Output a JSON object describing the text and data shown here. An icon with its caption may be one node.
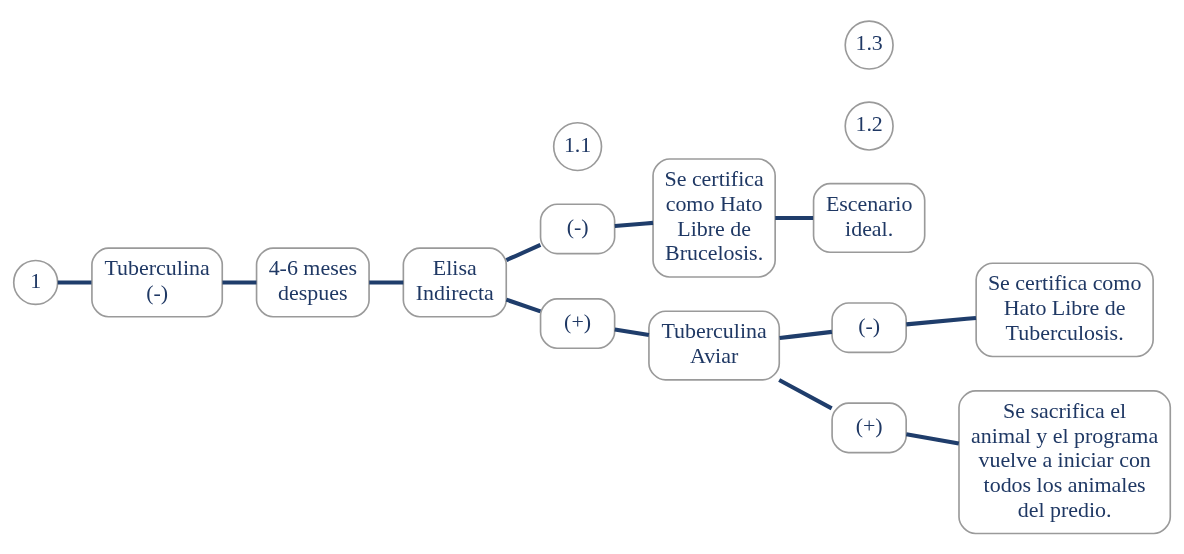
{
  "diagram": {
    "nodes": [
      {
        "text": [
          "1"
        ]
      },
      {
        "text": [
          "Tuberculina",
          "(-)"
        ]
      },
      {
        "text": [
          "4-6 meses despues"
        ]
      },
      {
        "text": [
          "Elisa Indirecta"
        ]
      },
      {
        "text": [
          "1.1"
        ]
      },
      {
        "text": [
          "(-)"
        ]
      },
      {
        "text": [
          "Se certifica como Hato Libre de Brucelosis."
        ]
      },
      {
        "text": [
          "Escenario ideal."
        ]
      },
      {
        "text": [
          "(+)"
        ]
      },
      {
        "text": [
          "Tuberculina Aviar"
        ]
      },
      {
        "text": [
          "1.2"
        ]
      },
      {
        "text": [
          "(-)"
        ]
      },
      {
        "text": [
          "Se certifica como Hato Libre de Tuberculosis."
        ]
      },
      {
        "text": [
          "1.3"
        ]
      },
      {
        "text": [
          "(+)"
        ]
      },
      {
        "text": [
          "Se sacrifica el animal y el programa vuelve a iniciar con todos los animales del predio."
        ]
      }
    ],
    "edges": [
      {
        "from": 0,
        "to": 1,
        "arrow": "none"
      },
      {
        "from": 1,
        "to": 2,
        "arrow": "none"
      },
      {
        "from": 2,
        "to": 3,
        "arrow": "none"
      },
      {
        "from": 3,
        "to": 5,
        "arrow": "none"
      },
      {
        "from": 3,
        "to": 8,
        "arrow": "none"
      },
      {
        "from": 5,
        "to": 6,
        "arrow": "none"
      },
      {
        "from": 6,
        "to": 7,
        "arrow": "none"
      },
      {
        "from": 8,
        "to": 9,
        "arrow": "none"
      },
      {
        "from": 9,
        "to": 11,
        "arrow": "none"
      },
      {
        "from": 9,
        "to": 14,
        "arrow": "none"
      },
      {
        "from": 11,
        "to": 12,
        "arrow": "none"
      },
      {
        "from": 14,
        "to": 15,
        "arrow": "none"
      }
    ]
  }
}
